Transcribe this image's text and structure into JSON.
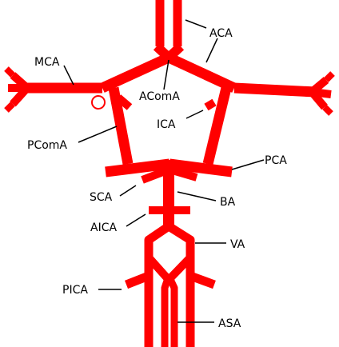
{
  "colors": {
    "vessel": "#ff0000",
    "leader": "#000000",
    "background": "#ffffff"
  },
  "labels": {
    "aca": "ACA",
    "mca": "MCA",
    "acoma": "AComA",
    "ica": "ICA",
    "pcoma": "PComA",
    "pca": "PCA",
    "sca": "SCA",
    "ba": "BA",
    "aica": "AICA",
    "va": "VA",
    "pica": "PICA",
    "asa": "ASA"
  }
}
